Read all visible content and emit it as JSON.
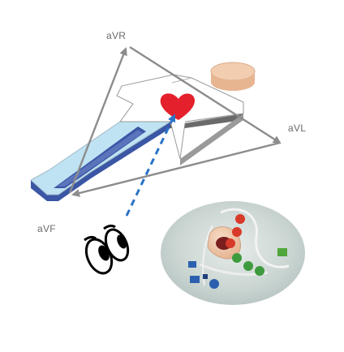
{
  "labels": {
    "avr": "aVR",
    "avl": "aVL",
    "avf": "aVF"
  },
  "colors": {
    "arrow_gray": "#8c8c8c",
    "view_dash_blue": "#2a73c6",
    "heart_red": "#e3202b",
    "leg_blue": "#bfe3f3",
    "leg_blue_dark": "#3a56a5",
    "body_white": "#ffffff",
    "head_skin": "#f0c8a8"
  },
  "icons": [
    "heart-icon",
    "eyes-icon",
    "electrode-photo"
  ]
}
